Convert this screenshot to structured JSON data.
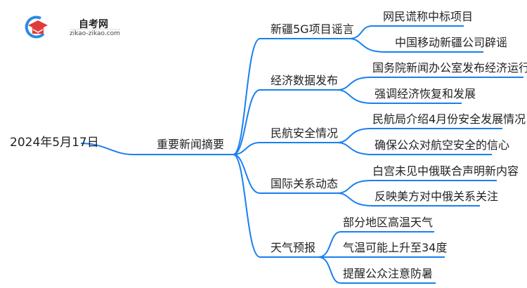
{
  "logo": {
    "title": "自考网",
    "url": "zikao-zikao.com"
  },
  "colors": {
    "line": "#1a7ff0",
    "text": "#222222",
    "logo_red": "#e03a3a",
    "logo_blue": "#2a8be0"
  },
  "root": {
    "label": "2024年5月17日"
  },
  "main": {
    "label": "重要新闻摘要"
  },
  "branches": [
    {
      "label": "新疆5G项目谣言",
      "children": [
        "网民谎称中标项目",
        "中国移动新疆公司辟谣"
      ]
    },
    {
      "label": "经济数据发布",
      "children": [
        "国务院新闻办公室发布经济运行情况",
        "强调经济恢复和发展"
      ]
    },
    {
      "label": "民航安全情况",
      "children": [
        "民航局介绍4月份安全发展情况",
        "确保公众对航空安全的信心"
      ]
    },
    {
      "label": "国际关系动态",
      "children": [
        "白宫未见中俄联合声明新内容",
        "反映美方对中俄关系关注"
      ]
    },
    {
      "label": "天气预报",
      "children": [
        "部分地区高温天气",
        "气温可能上升至34度",
        "提醒公众注意防暑"
      ]
    }
  ]
}
